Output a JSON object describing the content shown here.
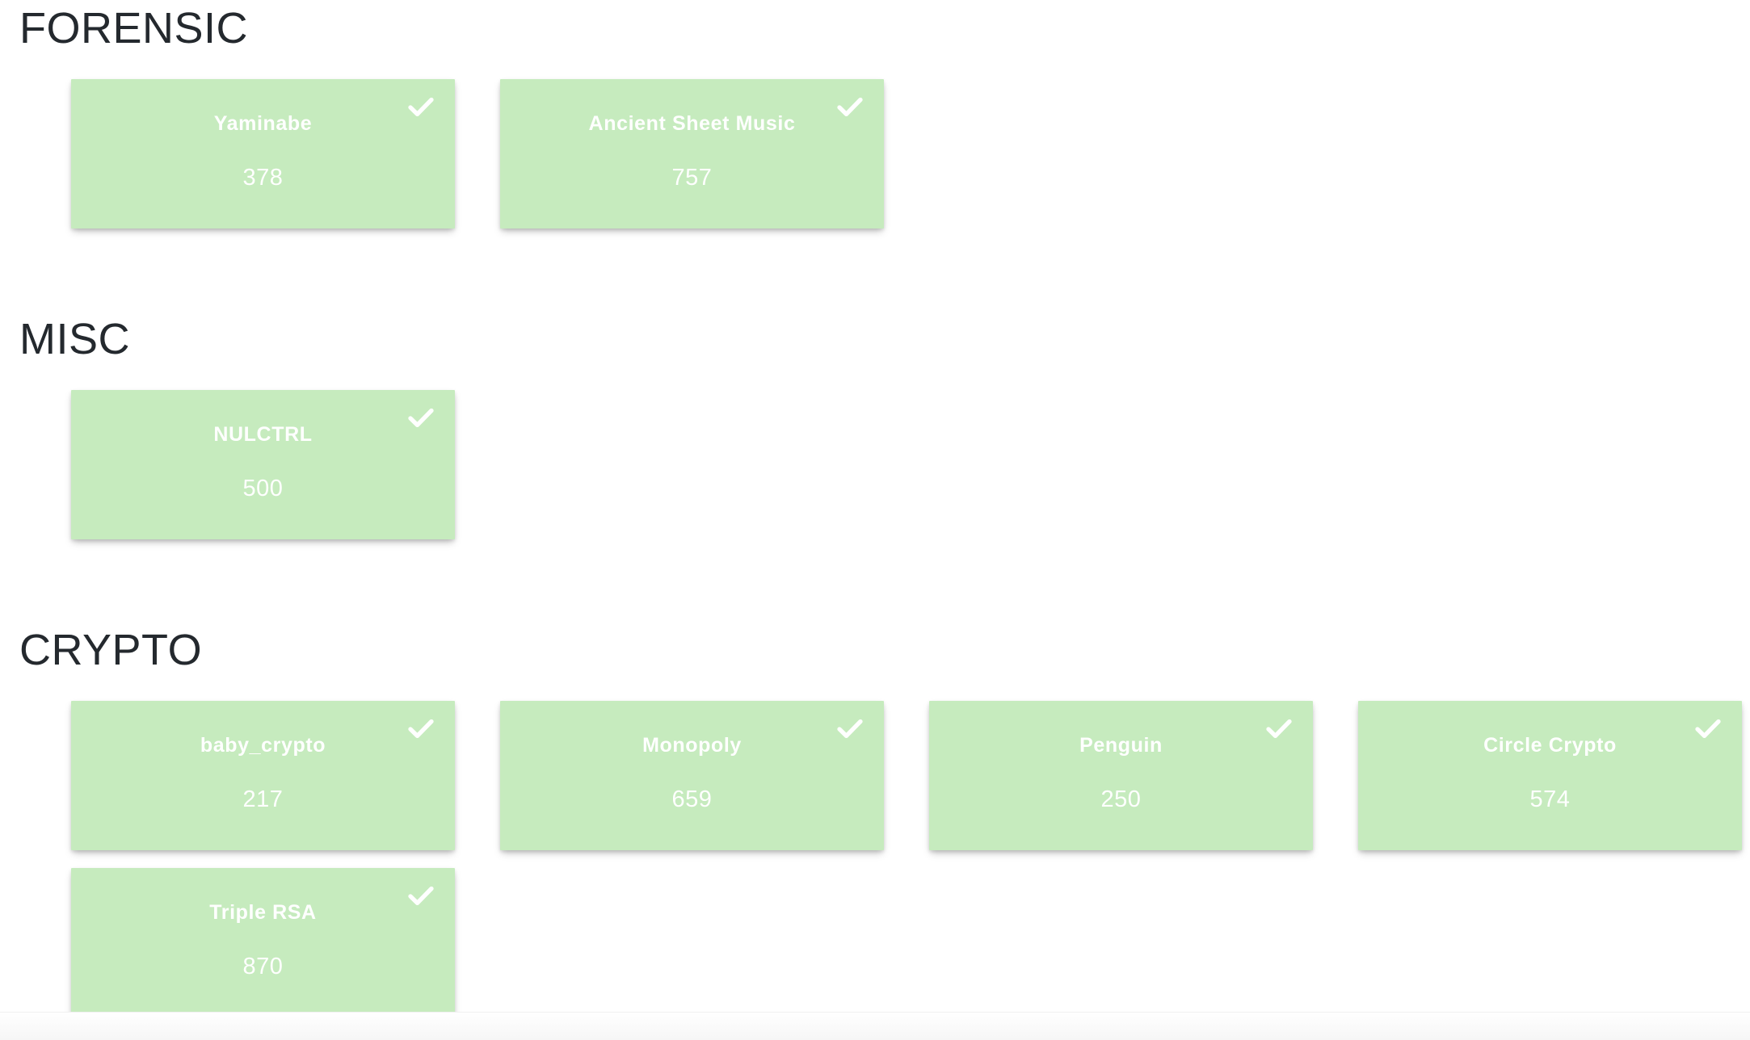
{
  "page": {
    "background_color": "#ffffff",
    "heading_color": "#24292e",
    "solved_card_color": "#c6ebbe",
    "card_text_color": "#ffffff"
  },
  "categories": [
    {
      "id": "forensic",
      "title": "FORENSIC",
      "challenges": [
        {
          "name": "Yaminabe",
          "points": "378",
          "solved": true,
          "check_icon": "check-icon"
        },
        {
          "name": "Ancient Sheet Music",
          "points": "757",
          "solved": true,
          "check_icon": "check-icon"
        }
      ]
    },
    {
      "id": "misc",
      "title": "MISC",
      "challenges": [
        {
          "name": "NULCTRL",
          "points": "500",
          "solved": true,
          "check_icon": "check-icon"
        }
      ]
    },
    {
      "id": "crypto",
      "title": "CRYPTO",
      "challenges": [
        {
          "name": "baby_crypto",
          "points": "217",
          "solved": true,
          "check_icon": "check-icon"
        },
        {
          "name": "Monopoly",
          "points": "659",
          "solved": true,
          "check_icon": "check-icon"
        },
        {
          "name": "Penguin",
          "points": "250",
          "solved": true,
          "check_icon": "check-icon"
        },
        {
          "name": "Circle Crypto",
          "points": "574",
          "solved": true,
          "check_icon": "check-icon"
        },
        {
          "name": "Triple RSA",
          "points": "870",
          "solved": true,
          "check_icon": "check-icon"
        }
      ]
    }
  ]
}
